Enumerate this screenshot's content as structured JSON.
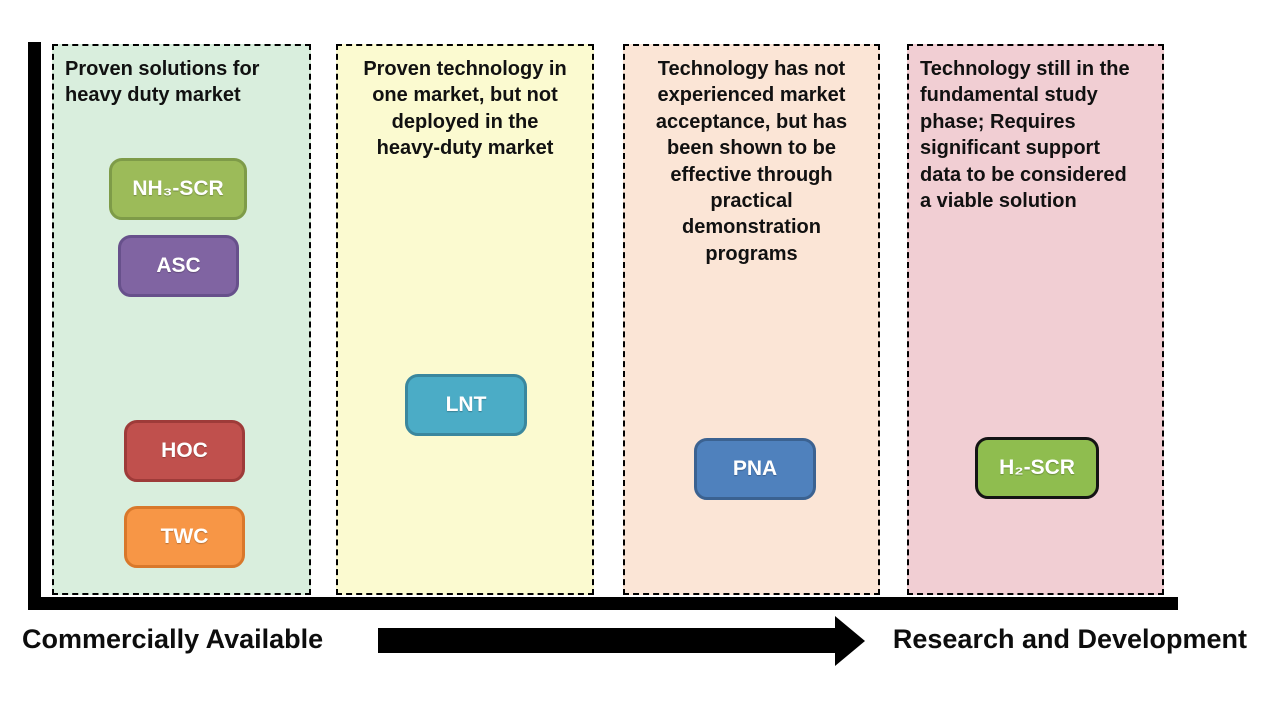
{
  "axis": {
    "left_label": "Commercially Available",
    "right_label": "Research and Development",
    "arrow_direction": "right",
    "line_color": "#000000"
  },
  "columns": [
    {
      "id": "commercially-available",
      "bg": "#d9eedd",
      "title": "Proven solutions for\nheavy duty market",
      "badges": [
        {
          "label": "NH₃-SCR",
          "fill": "#9cbb59",
          "border": "#7e9b48"
        },
        {
          "label": "ASC",
          "fill": "#8064a2",
          "border": "#67508b"
        },
        {
          "label": "HOC",
          "fill": "#c0504d",
          "border": "#9e3b39"
        },
        {
          "label": "TWC",
          "fill": "#f79646",
          "border": "#d9782b"
        }
      ]
    },
    {
      "id": "proven-in-one-market",
      "bg": "#fbfad0",
      "title": "Proven technology in\none market, but not\ndeployed in the\nheavy-duty market",
      "badges": [
        {
          "label": "LNT",
          "fill": "#4bacc6",
          "border": "#3a879e"
        }
      ]
    },
    {
      "id": "demonstrated-not-accepted",
      "bg": "#fbe5d6",
      "title": "Technology has not\nexperienced market\nacceptance, but has\nbeen shown to be\neffective through\npractical\ndemonstration\nprograms",
      "badges": [
        {
          "label": "PNA",
          "fill": "#4f81bd",
          "border": "#3b6291"
        }
      ]
    },
    {
      "id": "research-and-development",
      "bg": "#f1ced3",
      "title": "Technology still in the\nfundamental study\nphase; Requires\nsignificant support\ndata to be considered\na viable solution",
      "badges": [
        {
          "label": "H₂-SCR",
          "fill": "#8fbd4f",
          "border": "#141414"
        }
      ]
    }
  ]
}
